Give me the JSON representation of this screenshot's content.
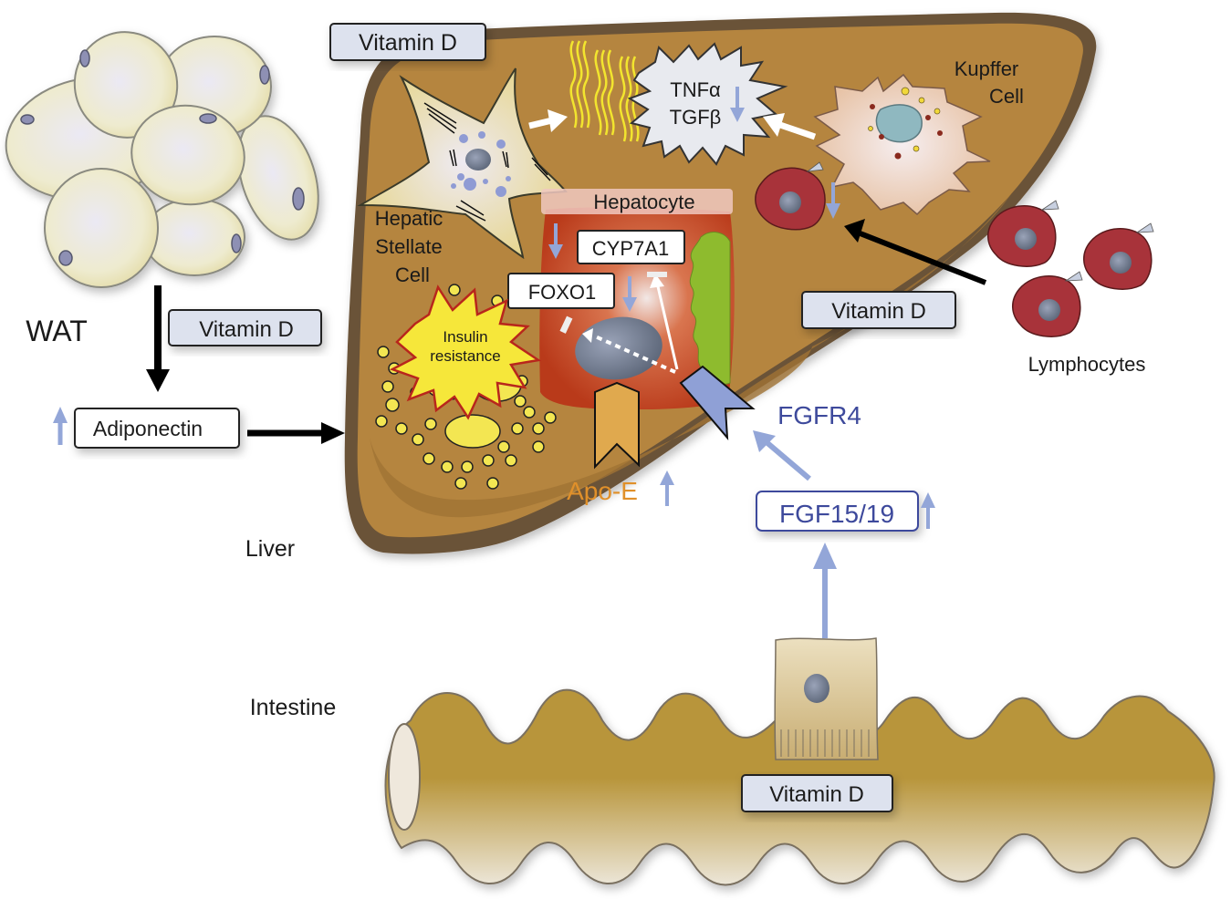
{
  "colors": {
    "liver_fill": "#b5853f",
    "liver_outline": "#5a4530",
    "hepatocyte": "#c0401e",
    "vitamin_box": "#dde2ee",
    "up_down_arrow": "#93a6d8",
    "fgf_blue": "#3e4a9c",
    "apoe_orange": "#e0a040",
    "intestine": "#b8963a",
    "lymphocyte": "#a8333a",
    "insulin_burst": "#f6e73a"
  },
  "regions": {
    "wat": "WAT",
    "liver": "Liver",
    "intestine": "Intestine"
  },
  "cells": {
    "hepatic_stellate": [
      "Hepatic",
      "Stellate",
      "Cell"
    ],
    "kupffer": [
      "Kupffer",
      "Cell"
    ],
    "hepatocyte": "Hepatocyte",
    "lymphocytes": "Lymphocytes"
  },
  "labels": {
    "vitamin_d_liver_top": "Vitamin D",
    "vitamin_d_wat": "Vitamin D",
    "vitamin_d_lymph": "Vitamin D",
    "vitamin_d_intestine": "Vitamin D",
    "adiponectin": "Adiponectin",
    "cytokines": [
      "TNFα",
      "TGFβ"
    ],
    "cyp7a1": "CYP7A1",
    "foxo1": "FOXO1",
    "insulin_resistance": [
      "Insulin",
      "resistance"
    ],
    "apo_e": "Apo-E",
    "fgfr4": "FGFR4",
    "fgf15_19": "FGF15/19"
  },
  "regulation": {
    "adiponectin": "up",
    "cytokines": "down",
    "cyp7a1": "down",
    "foxo1": "down",
    "lymphocyte_infiltration": "down",
    "apo_e": "up",
    "fgf15_19": "up"
  }
}
